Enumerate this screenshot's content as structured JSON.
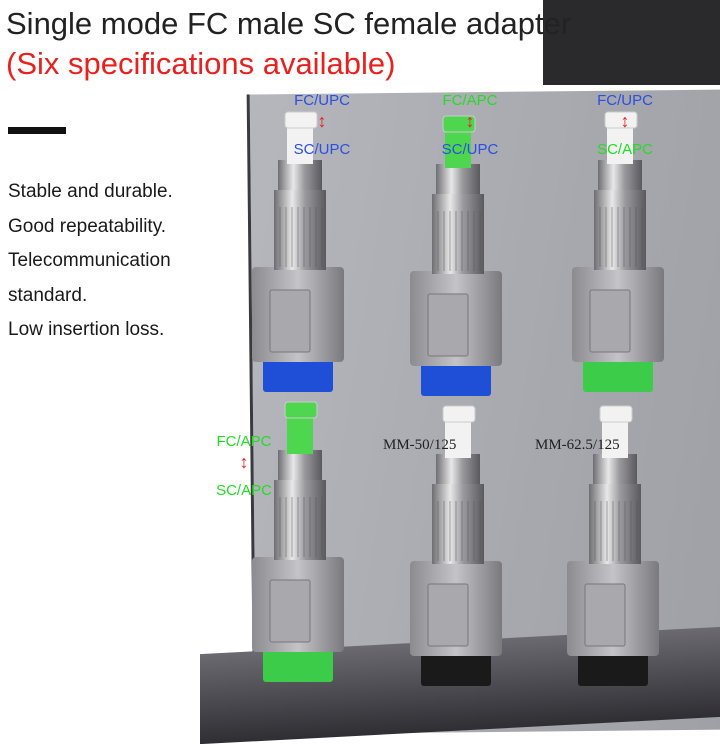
{
  "header": {
    "title": "Single mode FC male SC female adapter",
    "subtitle": "(Six specifications available)"
  },
  "features": [
    "Stable and durable.",
    "Good repeatability.",
    "Telecommunication",
    "standard.",
    "Low insertion loss."
  ],
  "products": [
    {
      "top": "FC/UPC",
      "bottom": "SC/UPC",
      "top_color": "#2b4fe0",
      "bottom_color": "#2b4fe0",
      "cap": "#f2f2f2",
      "base": "#1f4fd6"
    },
    {
      "top": "FC/APC",
      "bottom": "SC/UPC",
      "top_color": "#22dd22",
      "bottom_color": "#2b4fe0",
      "cap": "#4fd64f",
      "base": "#1f4fd6"
    },
    {
      "top": "FC/UPC",
      "bottom": "SC/APC",
      "top_color": "#2b4fe0",
      "bottom_color": "#22dd22",
      "cap": "#f2f2f2",
      "base": "#3ccc4a"
    },
    {
      "top": "FC/APC",
      "bottom": "SC/APC",
      "top_color": "#22dd22",
      "bottom_color": "#22dd22",
      "cap": "#4fd64f",
      "base": "#3ccc4a"
    },
    {
      "label": "MM-50/125",
      "cap": "#f2f2f2",
      "base": "#1a1a1a"
    },
    {
      "label": "MM-62.5/125",
      "cap": "#f2f2f2",
      "base": "#1a1a1a"
    }
  ],
  "arrow_icon": "up-down-arrow",
  "colors": {
    "accent_red": "#e8211f"
  }
}
